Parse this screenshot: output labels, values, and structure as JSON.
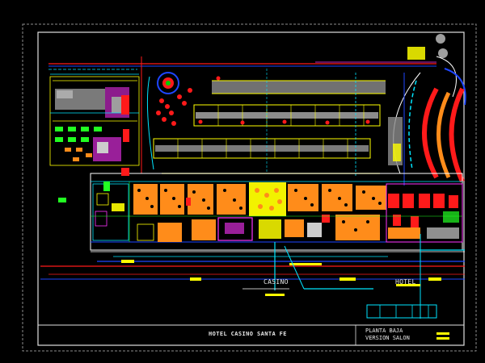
{
  "drawing": {
    "project_title": "HOTEL CASINO SANTA FE",
    "sheet_line1": "PLANTA BAJA",
    "sheet_line2": "VERSION SALON"
  },
  "labels": {
    "casino": "CASINO",
    "hotel": "HOTEL"
  },
  "colors": {
    "background": "#000000",
    "sheet_border": "#e0e0e0",
    "outer_dashed_border": "#9a9a9a",
    "red": "#ff1a1a",
    "yellow": "#ffff00",
    "orange": "#ff8c1a",
    "cyan": "#00e5ff",
    "blue": "#1e46ff",
    "green": "#22ff22",
    "magenta": "#ff33ff",
    "grey": "#9e9e9e",
    "white": "#ffffff"
  }
}
